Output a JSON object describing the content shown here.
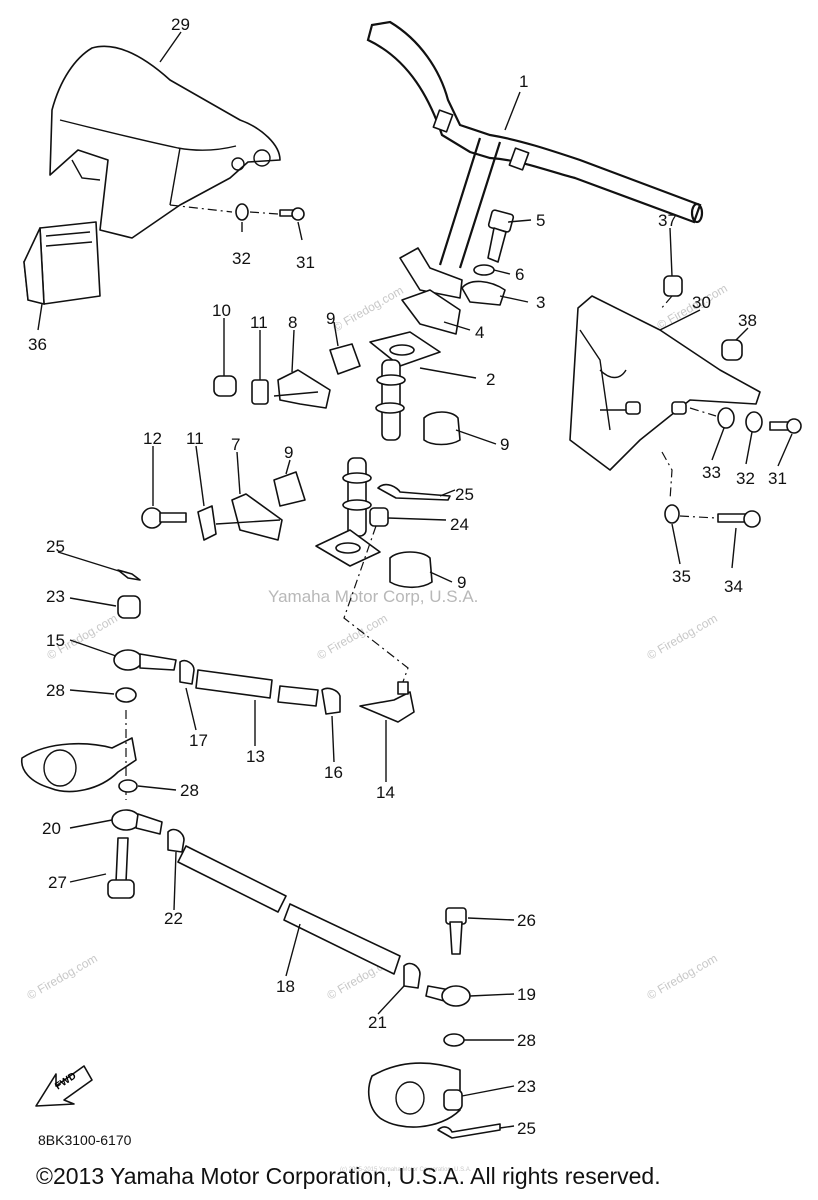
{
  "diagram": {
    "callouts": [
      "1",
      "2",
      "3",
      "4",
      "5",
      "6",
      "7",
      "8",
      "9",
      "9",
      "9",
      "9",
      "10",
      "11",
      "11",
      "12",
      "13",
      "14",
      "15",
      "16",
      "17",
      "18",
      "19",
      "20",
      "21",
      "22",
      "23",
      "23",
      "24",
      "25",
      "25",
      "25",
      "26",
      "27",
      "28",
      "28",
      "28",
      "29",
      "30",
      "31",
      "31",
      "32",
      "32",
      "33",
      "34",
      "35",
      "36",
      "37",
      "38"
    ],
    "watermarks": [
      "Yamaha Motor Corp, U.S.A.",
      "© Firedog.com",
      "(c) 2005-2015 Yamaha Motor Corporation, U.S.A."
    ],
    "direction_arrow": "FWD",
    "diagram_code": "8BK3100-6170"
  },
  "footer": {
    "copyright": "©2013 Yamaha Motor Corporation, U.S.A. All rights reserved."
  }
}
